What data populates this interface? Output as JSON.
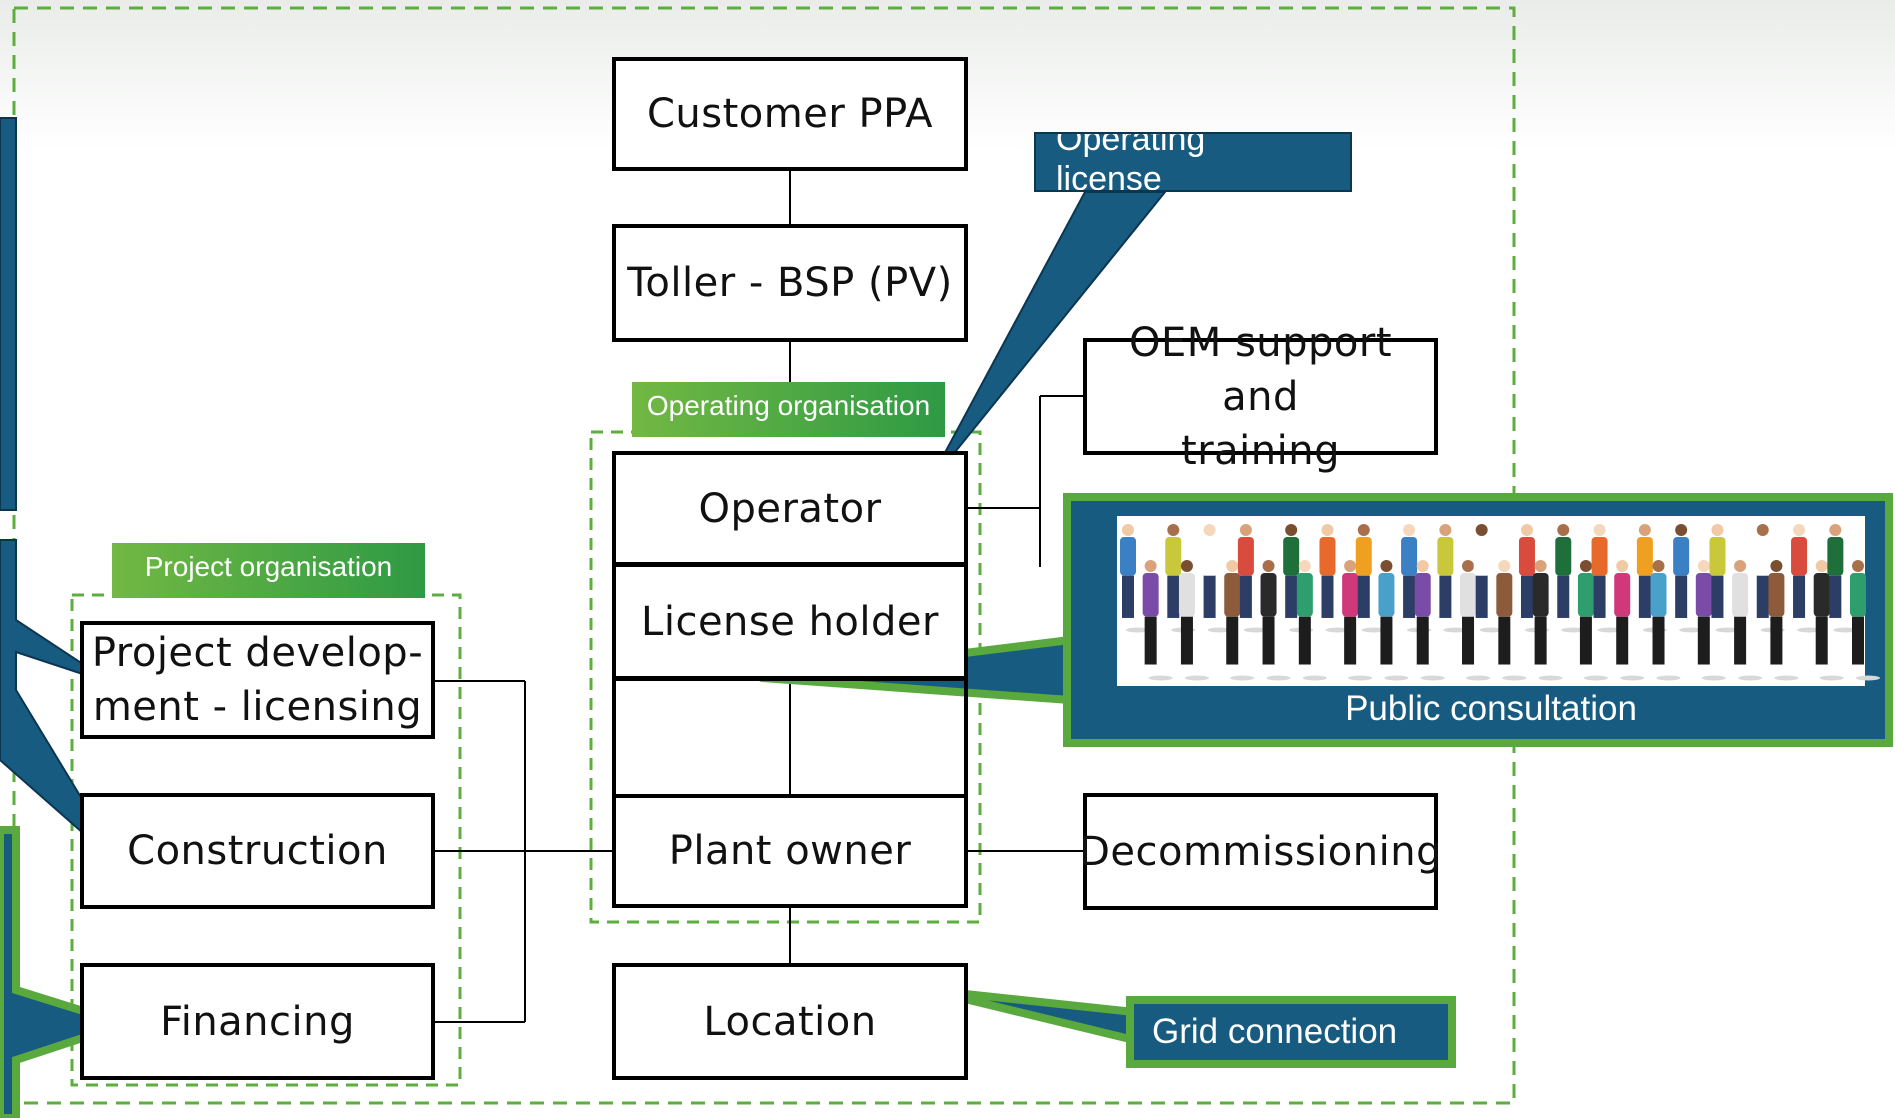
{
  "boxes": {
    "customer_ppa": "Customer PPA",
    "toller": "Toller - BSP (PV)",
    "oem_line1": "OEM support and",
    "oem_line2": "training",
    "operator": "Operator",
    "license_holder": "License holder",
    "plant_owner": "Plant owner",
    "decommissioning": "Decommissioning",
    "location": "Location",
    "project_dev_line1": "Project develop-",
    "project_dev_line2": "ment - licensing",
    "construction": "Construction",
    "financing": "Financing"
  },
  "tags": {
    "operating_org": "Operating organisation",
    "project_org": "Project organisation"
  },
  "callouts": {
    "operating_license": "Operating license",
    "public_consultation": "Public consultation",
    "grid_connection": "Grid connection"
  },
  "colors": {
    "callout_blue": "#175c80",
    "callout_green": "#5aa93e",
    "dash_green": "#5dae3f"
  }
}
